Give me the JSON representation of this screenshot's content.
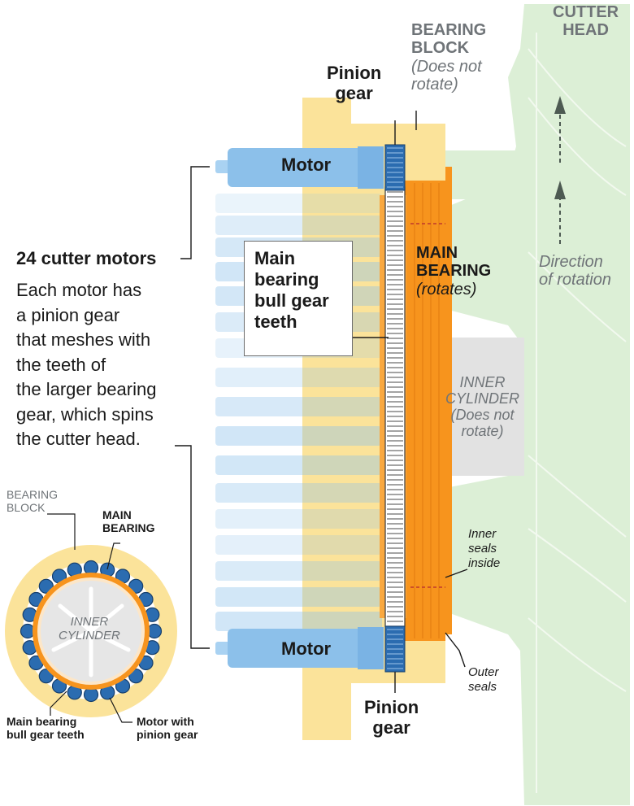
{
  "labels": {
    "cutter_head": [
      "CUTTER",
      "HEAD"
    ],
    "bearing_block": [
      "BEARING",
      "BLOCK",
      "(Does not",
      "rotate)"
    ],
    "pinion_top": [
      "Pinion",
      "gear"
    ],
    "pinion_bottom": [
      "Pinion",
      "gear"
    ],
    "motor_top": "Motor",
    "motor_bottom": "Motor",
    "main_bearing": [
      "MAIN",
      "BEARING",
      "(rotates)"
    ],
    "direction": [
      "Direction",
      "of rotation"
    ],
    "bull_gear": [
      "Main",
      "bearing",
      "bull gear",
      "teeth"
    ],
    "cutter_motors_title": "24 cutter motors",
    "cutter_motors_desc": [
      "Each motor has",
      "a pinion gear",
      "that meshes with",
      "the teeth of",
      "the larger bearing",
      "gear, which spins",
      "the cutter head."
    ],
    "inner_cylinder": [
      "INNER",
      "CYLINDER",
      "(Does not",
      "rotate)"
    ],
    "inner_seals": [
      "Inner",
      "seals",
      "inside"
    ],
    "outer_seals": [
      "Outer",
      "seals"
    ]
  },
  "inset": {
    "bearing_block": [
      "BEARING",
      "BLOCK"
    ],
    "main_bearing": [
      "MAIN",
      "BEARING"
    ],
    "inner_cylinder": [
      "INNER",
      "CYLINDER"
    ],
    "bull_gear": [
      "Main bearing",
      "bull gear teeth"
    ],
    "motor": [
      "Motor with",
      "pinion gear"
    ],
    "motor_count": 24
  },
  "colors": {
    "cutter_head": "#dcefd6",
    "bearing_block": "#fbe39a",
    "main_bearing": "#f7941d",
    "motor": "#8cc0ea",
    "motor_dark": "#2b6cb0",
    "inner_cylinder": "#e0e0e0",
    "text_dark": "#1a1a1a",
    "text_grey": "#6f7478"
  }
}
